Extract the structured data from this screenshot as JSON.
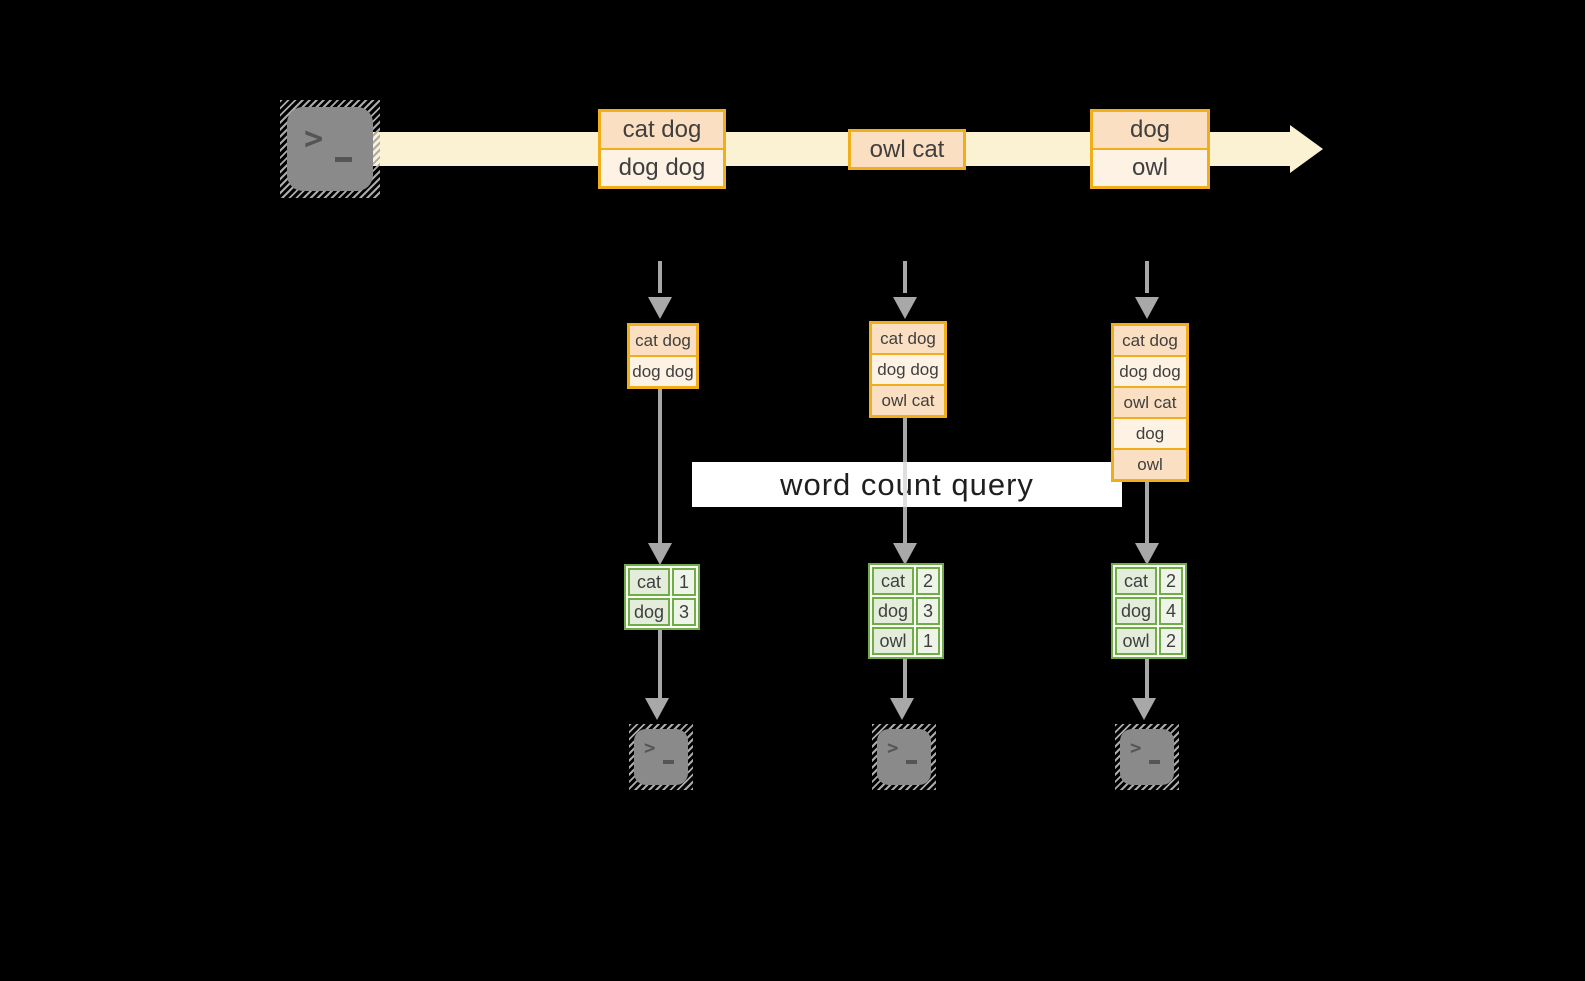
{
  "query": {
    "label": "word count query"
  },
  "terminal_prompt": {
    "chevron": ">",
    "underscore": "_"
  },
  "stream": {
    "batches": [
      {
        "lines": [
          "cat dog",
          "dog dog"
        ]
      },
      {
        "lines": [
          "owl cat"
        ]
      },
      {
        "lines": [
          "dog",
          "owl"
        ]
      }
    ]
  },
  "columns": [
    {
      "buffer": [
        "cat dog",
        "dog dog"
      ],
      "table": {
        "rows": [
          {
            "word": "cat",
            "count": "1"
          },
          {
            "word": "dog",
            "count": "3"
          }
        ]
      }
    },
    {
      "buffer": [
        "cat dog",
        "dog dog",
        "owl cat"
      ],
      "table": {
        "rows": [
          {
            "word": "cat",
            "count": "2"
          },
          {
            "word": "dog",
            "count": "3"
          },
          {
            "word": "owl",
            "count": "1"
          }
        ]
      }
    },
    {
      "buffer": [
        "cat dog",
        "dog dog",
        "owl cat",
        "dog",
        "owl"
      ],
      "table": {
        "rows": [
          {
            "word": "cat",
            "count": "2"
          },
          {
            "word": "dog",
            "count": "4"
          },
          {
            "word": "owl",
            "count": "2"
          }
        ]
      }
    }
  ],
  "colors": {
    "background": "#000000",
    "stream_band": "#faf2d2",
    "accent_gold": "#f0ae1b",
    "peach_fill": "#fadfc2",
    "cream_fill": "#fdf2e3",
    "arrow_gray": "#a8a8a8",
    "green_border": "#70ad47",
    "green_word_cell": "#e4ecdc",
    "green_count_cell": "#eff4e8",
    "banner_bg": "#ffffff",
    "terminal_gray": "#8a8a8a"
  }
}
